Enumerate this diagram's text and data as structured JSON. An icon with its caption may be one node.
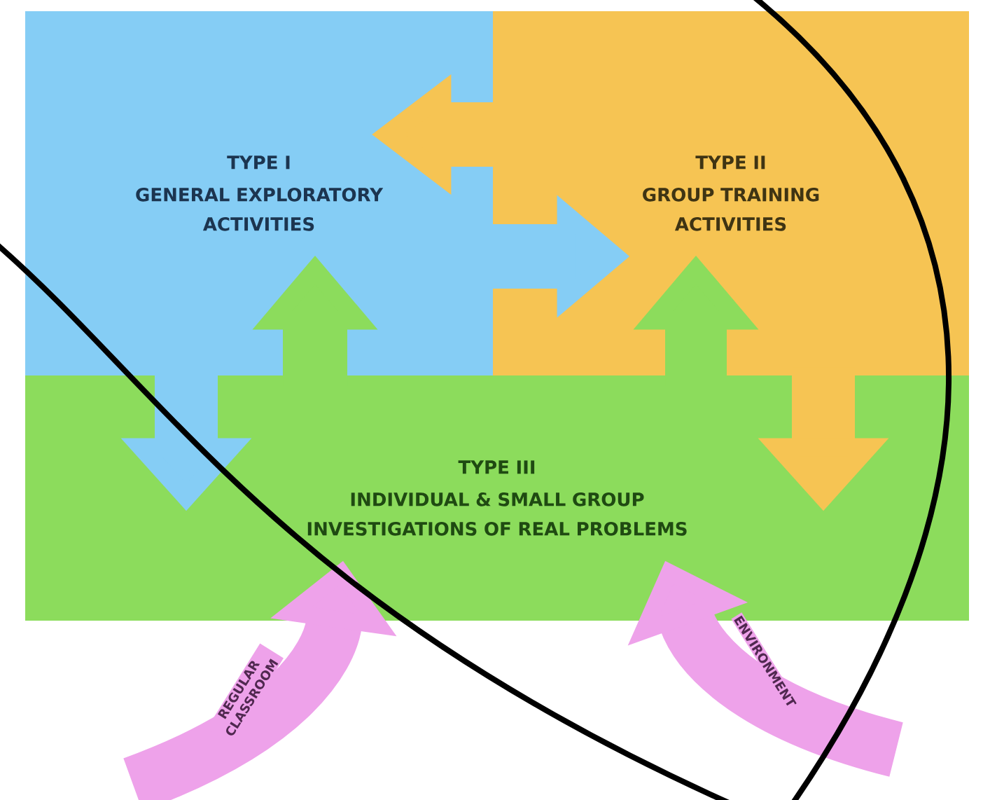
{
  "diagram": {
    "nodes": [
      {
        "text": [
          "TYPE I",
          "GENERAL EXPLORATORY ACTIVITIES"
        ]
      },
      {
        "text": [
          "TYPE II",
          "GROUP TRAINING ACTIVITIES"
        ]
      },
      {
        "text": [
          "TYPE III",
          "INDIVIDUAL & SMALL GROUP INVESTIGATIONS OF REAL PROBLEMS"
        ]
      }
    ],
    "edges": [
      {
        "from": 1,
        "to": 0,
        "arrow": "to",
        "color": "#f6c453"
      },
      {
        "from": 0,
        "to": 1,
        "arrow": "to",
        "color": "#85cdf5"
      },
      {
        "from": 2,
        "to": 0,
        "arrow": "to",
        "color": "#8cdc5c"
      },
      {
        "from": 2,
        "to": 1,
        "arrow": "to",
        "color": "#8cdc5c"
      },
      {
        "from": 0,
        "to": 2,
        "arrow": "to",
        "color": "#85cdf5"
      },
      {
        "from": 1,
        "to": 2,
        "arrow": "to",
        "color": "#f6c453"
      },
      {
        "from": null,
        "to": 2,
        "arrow": "to",
        "color": "#eea2ea",
        "label": "REGULAR CLASSROOM"
      },
      {
        "from": null,
        "to": 2,
        "arrow": "to",
        "color": "#eea2ea",
        "label": "ENVIRONMENT"
      }
    ]
  }
}
